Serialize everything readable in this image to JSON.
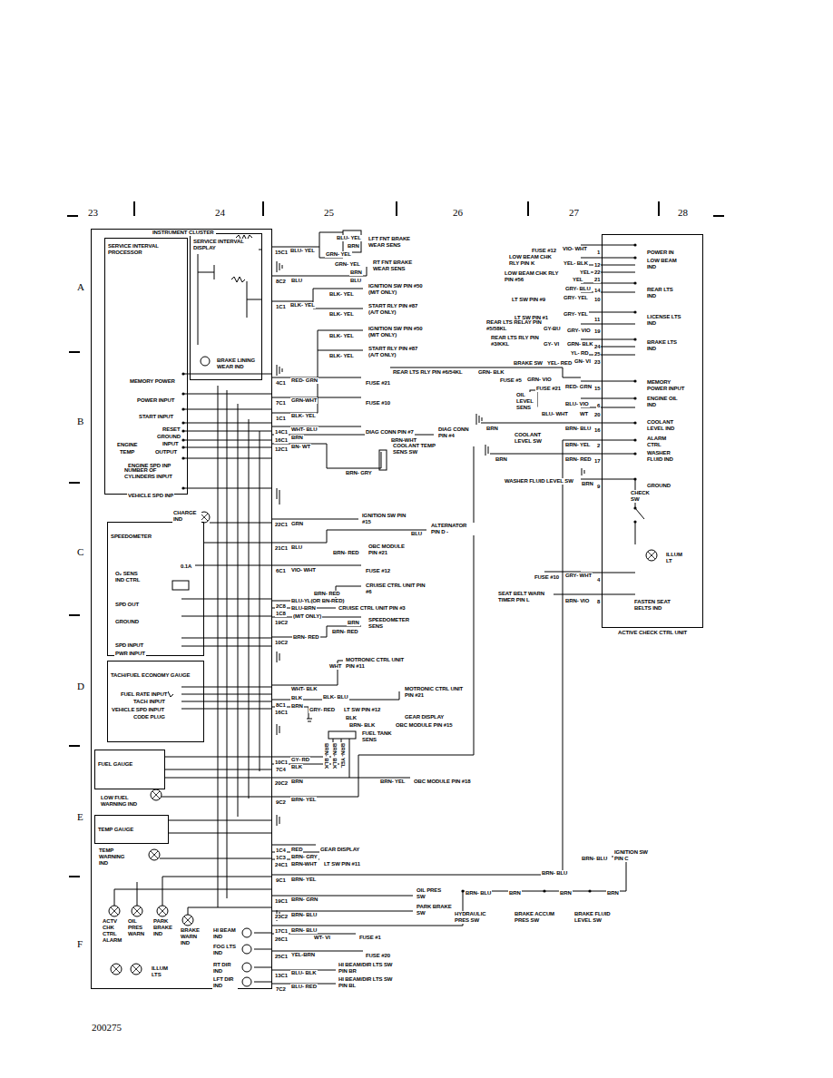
{
  "diagram": {
    "nodes": [
      {
        "text": [
          "INSTRUMENT CLUSTER"
        ]
      },
      {
        "text": [
          "SERVICE INTERVAL PROCESSOR"
        ],
        "in": 0
      },
      {
        "text": [
          "SERVICE INTERVAL DISPLAY"
        ],
        "in": 0
      },
      {
        "text": [
          "SPEEDOMETER"
        ],
        "in": 0
      },
      {
        "text": [
          "TACH/FUEL ECONOMY GAUGE"
        ],
        "in": 0
      },
      {
        "text": [
          "FUEL GAUGE"
        ],
        "in": 0
      },
      {
        "text": [
          "TEMP GAUGE"
        ],
        "in": 0
      },
      {
        "text": [
          "ACTIVE CHECK CTRL UNIT"
        ]
      }
    ],
    "edges": [
      {
        "from": 0,
        "to": 7,
        "arrow": "none"
      }
    ],
    "labels": [
      "23",
      "24",
      "25",
      "26",
      "27",
      "28",
      "A",
      "B",
      "C",
      "D",
      "E",
      "F",
      "200275",
      "MEMORY POWER",
      "POWER INPUT",
      "START INPUT",
      "RESET",
      "GROUND",
      "ENGINE",
      "INPUT",
      "TEMP",
      "OUTPUT",
      "ENGINE SPD INP",
      "NUMBER OF CYLINDERS INPUT",
      "VEHICLE SPD INP",
      "BRAKE LINING WEAR IND",
      "CHARGE IND",
      "O₂ SENS IND CTRL",
      "0.1A",
      "SPD OUT",
      "GROUND",
      "SPD INPUT",
      "PWR INPUT",
      "FUEL RATE INPUT",
      "TACH INPUT",
      "VEHICLE SPD INPUT",
      "CODE PLUG",
      "LOW FUEL WARNING IND",
      "TEMP WARNING IND",
      "ACTV CHK CTRL ALARM",
      "OIL PRES WARN",
      "PARK BRAKE IND",
      "BRAKE WARN IND",
      "ILLUM LTS",
      "HI BEAM IND",
      "FOG LTS IND",
      "RT DIR IND",
      "LFT DIR IND",
      "15C1",
      "8C2",
      "1C1",
      "4C1",
      "7C1",
      "1C1",
      "14C1",
      "16C1",
      "12C1",
      "22C1",
      "21C1",
      "6C1",
      "2C8",
      "1C8",
      "19C2",
      "10C2",
      "8C1",
      "16C1",
      "10C1",
      "7C4",
      "20C2",
      "9C2",
      "1C4",
      "1C3",
      "24C1",
      "9C1",
      "19C1",
      "23C2",
      "17C1",
      "26C1",
      "25C1",
      "13C1",
      "7C2",
      "BLU- YEL",
      "BLU- YEL",
      "BRN",
      "GRN- YEL",
      "LFT FNT BRAKE WEAR SENS",
      "GRN- YEL",
      "BRN",
      "BLU",
      "RT FNT BRAKE WEAR SENS",
      "BLU",
      "BLK- YEL",
      "BLK- YEL",
      "IGNITION SW PIN #50 (M/T ONLY)",
      "BLK- YEL",
      "START RLY PIN #87 (A/T ONLY)",
      "BLK- YEL",
      "IGNITION SW PIN #50 (M/T ONLY)",
      "BLK- YEL",
      "START RLY PIN #87 (A/T ONLY)",
      "RED- GRN",
      "FUSE #21",
      "GRN-WHT",
      "FUSE #10",
      "BLK- YEL",
      "WHT- BLU",
      "DIAG CONN PIN #7",
      "BRN",
      "BRN-WHT",
      "DIAG CONN PIN #4",
      "BN- WT",
      "BRN- GRY",
      "COOLANT TEMP SENS SW",
      "REAR LTS RLY PIN #6/54KL",
      "GRN- BLK",
      "GRN",
      "IGNITION SW PIN #15",
      "BLU",
      "ALTERNATOR PIN D -",
      "BLU",
      "BRN- RED",
      "OBC MODULE PIN #21",
      "VIO- WHT",
      "FUSE #12",
      "BRN- RED",
      "CRUISE CTRL UNIT PIN #6",
      "BLU-YL(OR BN-RED)",
      "BLU-BRN",
      "CRUISE CTRL UNIT PIN #3",
      "(M/T ONLY)",
      "BRN",
      "BRN- RED",
      "BRN- RED",
      "SPEEDOMETER SENS",
      "WHT",
      "MOTRONIC CTRL UNIT PIN #11",
      "WHT- BLK",
      "BLK- BLU",
      "MOTRONIC CTRL UNIT PIN #21",
      "BLK",
      "BRN",
      "GRY- RED",
      "LT SW PIN #12",
      "BLK",
      "GEAR DISPLAY",
      "BRN- BLK",
      "OBC MODULE PIN #15",
      "FUEL TANK SENS",
      "GY- RD",
      "BLK",
      "BRN",
      "BRN- YEL",
      "BRN- BLK",
      "BRN- BLK",
      "BRN- YEL",
      "BRN- YEL",
      "OBC MODULE PIN #18",
      "RED",
      "GEAR DISPLAY",
      "BRN- GRY",
      "BRN-WHT",
      "LT SW PIN #11",
      "BRN- YEL",
      "BRN- GRN",
      "OIL PRES SW",
      "BRN- BLU",
      "PARK BRAKE SW",
      "BRN- BLU",
      "WT- VI",
      "FUSE #1",
      "YEL-BRN",
      "FUSE #20",
      "BLU- BLK",
      "HI BEAM/DIR LTS SW PIN BR",
      "BLU- RED",
      "HI BEAM/DIR LTS SW PIN BL",
      "BRN- BLU",
      "IGNITION SW PIN C",
      "BRN- BLU",
      "BRN- BLU",
      "BRN",
      "BRN",
      "BRN",
      "HYDRAULIC PRES SW",
      "BRAKE ACCUM PRES SW",
      "BRAKE FLUID LEVEL SW",
      "FUSE #12",
      "VIO- WHT",
      "LOW BEAM CHK RLY PIN K",
      "YEL- BLK",
      "YEL",
      "LOW BEAM CHK RLY PIN #56",
      "YEL",
      "GRY- BLU",
      "LT SW PIN #9",
      "GRY- YEL",
      "LT SW PIN #1",
      "GRY- YEL",
      "REAR LTS RELAY PIN #5/58KL",
      "GY-BU",
      "GRY- VIO",
      "REAR LTS RLY PIN #3/KKL",
      "GY- VI",
      "GRN- BLK",
      "YL- RD",
      "BRAKE SW",
      "YEL- RED",
      "GN- VI",
      "FUSE #5",
      "GRN- VIO",
      "FUSE #21",
      "RED- GRN",
      "OIL LEVEL SENS",
      "BLU- VIO",
      "BLU- WHT",
      "WT",
      "BRN",
      "BRN- BLU",
      "COOLANT LEVEL SW",
      "BRN- YEL",
      "BRN",
      "BRN- RED",
      "WASHER FLUID LEVEL SW",
      "BRN",
      "FUSE #10",
      "GRY- WHT",
      "SEAT BELT WARN TIMER PIN L",
      "BRN- VIO",
      "1",
      "12",
      "22",
      "21",
      "14",
      "10",
      "11",
      "19",
      "24",
      "25",
      "23",
      "15",
      "6",
      "20",
      "16",
      "2",
      "17",
      "9",
      "4",
      "8",
      "POWER IN",
      "LOW BEAM IND",
      "REAR LTS IND",
      "LICENSE LTS IND",
      "BRAKE LTS IND",
      "MEMORY POWER INPUT",
      "ENGINE OIL IND",
      "COOLANT LEVEL IND",
      "ALARM CTRL",
      "WASHER FLUID IND",
      "GROUND",
      "CHECK SW",
      "ILLUM LT",
      "FASTEN SEAT BELTS IND"
    ]
  }
}
